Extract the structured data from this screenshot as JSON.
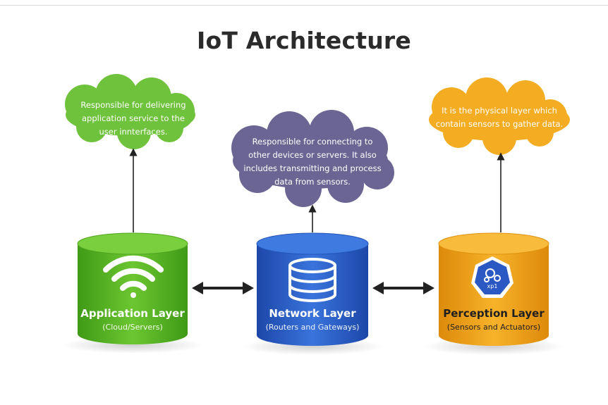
{
  "title": "IoT Architecture",
  "colors": {
    "application": "#5cb82a",
    "network": "#2a63c9",
    "perception": "#f0a21a",
    "cloud_green": "#6fc23c",
    "cloud_purple": "#6b6594",
    "cloud_orange": "#f4ad22"
  },
  "layers": {
    "application": {
      "name": "Application Layer",
      "sub": "(Cloud/Servers)",
      "icon": "wifi-icon",
      "description": [
        "Responsible for delivering",
        "application service to the",
        "user innterfaces."
      ]
    },
    "network": {
      "name": "Network Layer",
      "sub": "(Routers and Gateways)",
      "icon": "database-icon",
      "description": [
        "Responsible for connecting to",
        "other devices or servers. It also",
        "includes transmitting and process",
        "data from sensors."
      ]
    },
    "perception": {
      "name": "Perception Layer",
      "sub": "(Sensors and Actuators)",
      "icon": "sensor-gear-icon",
      "icon_label": "xp1",
      "description": [
        "It is the physical layer which",
        "contain sensors to gather data."
      ]
    }
  }
}
